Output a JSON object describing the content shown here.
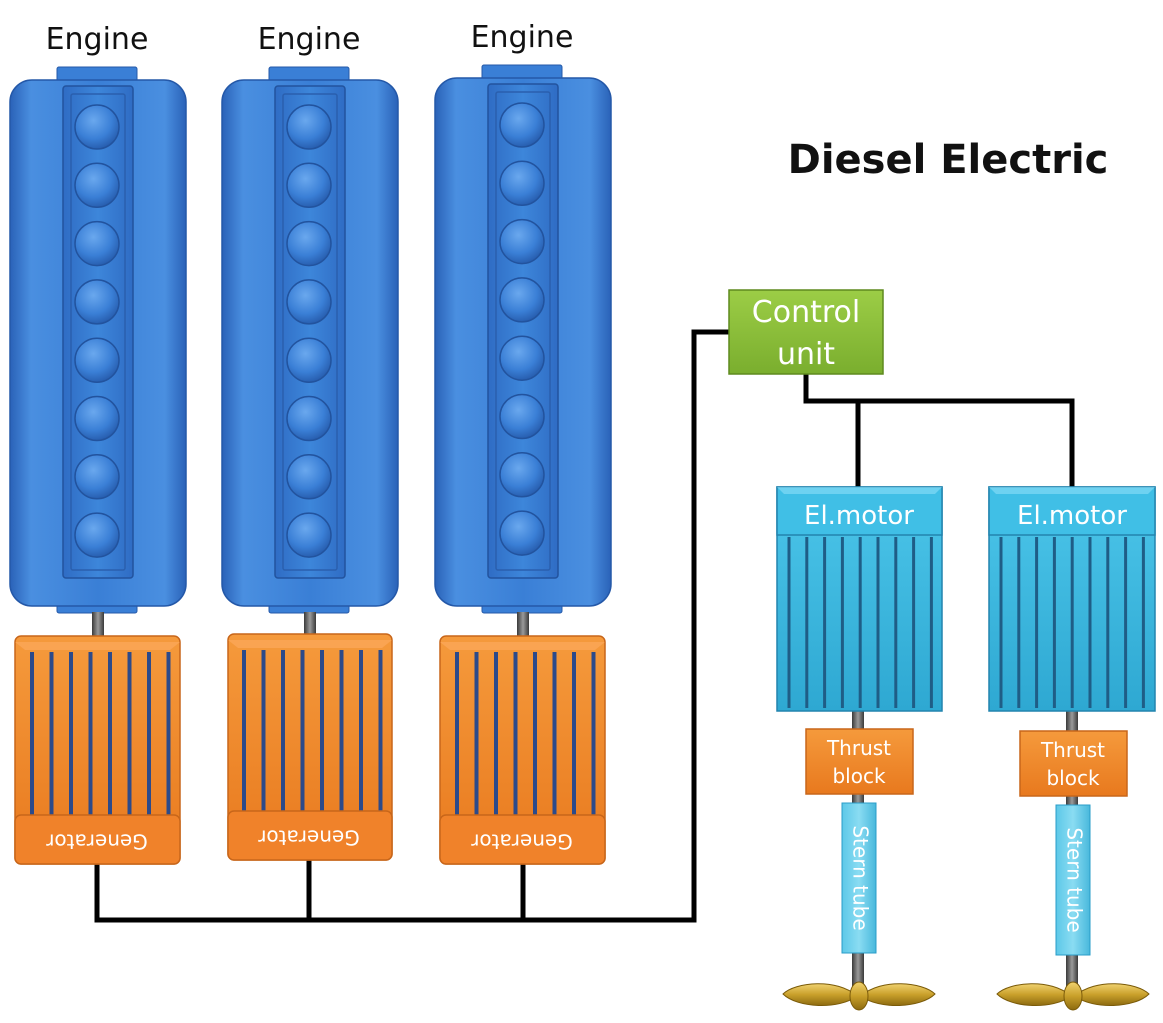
{
  "title": "Diesel Electric",
  "engines": [
    {
      "label": "Engine",
      "generator_label": "Generator"
    },
    {
      "label": "Engine",
      "generator_label": "Generator"
    },
    {
      "label": "Engine",
      "generator_label": "Generator"
    }
  ],
  "control_unit": {
    "line1": "Control",
    "line2": "unit"
  },
  "drives": [
    {
      "motor_label": "El.motor",
      "thrust_line1": "Thrust",
      "thrust_line2": "block",
      "stern_label": "Stern tube"
    },
    {
      "motor_label": "El.motor",
      "thrust_line1": "Thrust",
      "thrust_line2": "block",
      "stern_label": "Stern tube"
    }
  ],
  "colors": {
    "engine": "#3a7fd6",
    "generator": "#f2892a",
    "control_unit": "#8cbf3a",
    "motor": "#3ab6dc",
    "propeller": "#c9a02a",
    "cable": "#000000"
  }
}
